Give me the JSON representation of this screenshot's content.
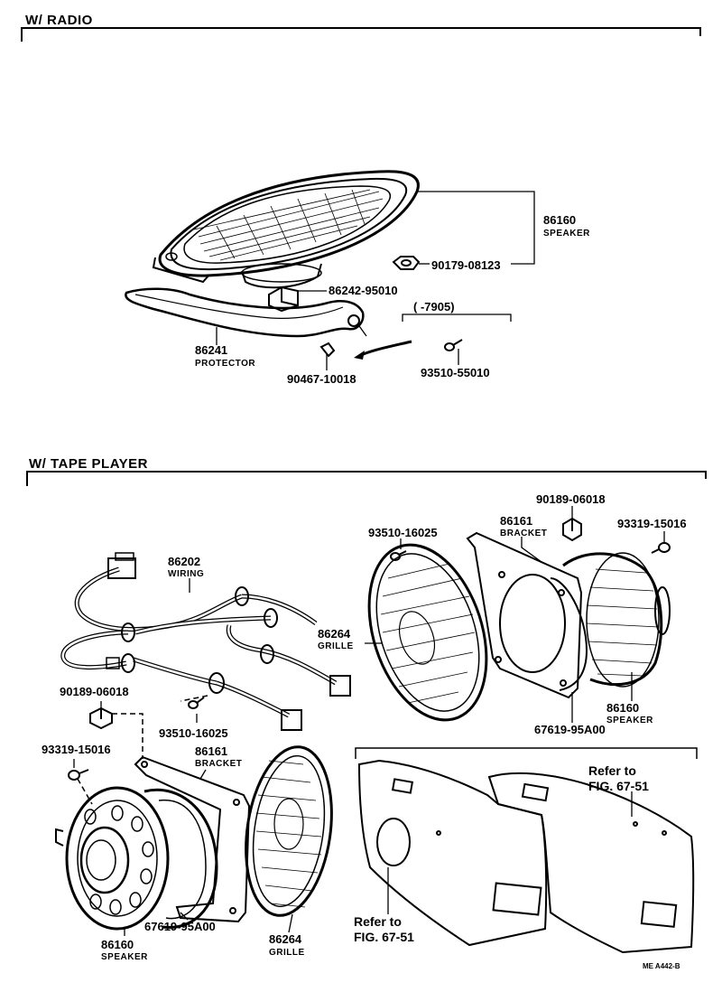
{
  "sections": {
    "radio": "W/ RADIO",
    "tape": "W/ TAPE PLAYER"
  },
  "radio": {
    "speaker_pn": "86160",
    "speaker_name": "SPEAKER",
    "nut_pn": "90179-08123",
    "cushion_pn": "86242-95010",
    "protector_pn": "86241",
    "protector_name": "PROTECTOR",
    "clip_pn": "90467-10018",
    "screw_pn": "93510-55010",
    "date_range": "(        -7905)"
  },
  "tape": {
    "wiring_pn": "86202",
    "wiring_name": "WIRING",
    "nut_pn_left": "90189-06018",
    "screw_pn_left": "93510-16025",
    "bolt_pn_left": "93319-15016",
    "bracket_pn_left": "86161",
    "bracket_name_left": "BRACKET",
    "speaker_pn_left": "86160",
    "speaker_name_left": "SPEAKER",
    "spacer_pn_left": "67619-95A00",
    "grille_pn_left": "86264",
    "grille_name_left": "GRILLE",
    "screw_pn_right": "93510-16025",
    "nut_pn_right": "90189-06018",
    "bracket_pn_right": "86161",
    "bracket_name_right": "BRACKET",
    "bolt_pn_right": "93319-15016",
    "grille_pn_right": "86264",
    "grille_name_right": "GRILLE",
    "speaker_pn_right": "86160",
    "speaker_name_right": "SPEAKER",
    "spacer_pn_right": "67619-95A00",
    "refer_top": "Refer to",
    "refer_top_fig": "FIG. 67-51",
    "refer_bottom": "Refer to",
    "refer_bottom_fig": "FIG. 67-51",
    "code": "ME  A442-B"
  }
}
